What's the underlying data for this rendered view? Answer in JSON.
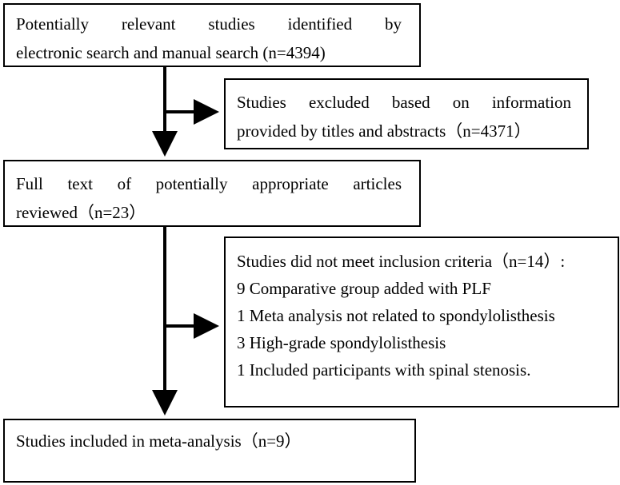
{
  "flowchart": {
    "identified": {
      "line1": "Potentially relevant studies identified by",
      "line2": "electronic search and manual search (n=4394)"
    },
    "excluded_titles": {
      "line1": "Studies excluded based on information",
      "line2": "provided by titles and abstracts（n=4371）"
    },
    "fulltext": {
      "line1": "Full text of potentially appropriate articles",
      "line2": "reviewed（n=23）"
    },
    "excluded_criteria": {
      "heading": "Studies did not meet inclusion criteria（n=14）:",
      "reasons": [
        "9 Comparative group added with PLF",
        "1 Meta analysis not related to spondylolisthesis",
        "3 High-grade spondylolisthesis",
        "1 Included participants with spinal stenosis."
      ]
    },
    "included": {
      "line1": "Studies included in meta-analysis（n=9）"
    }
  }
}
